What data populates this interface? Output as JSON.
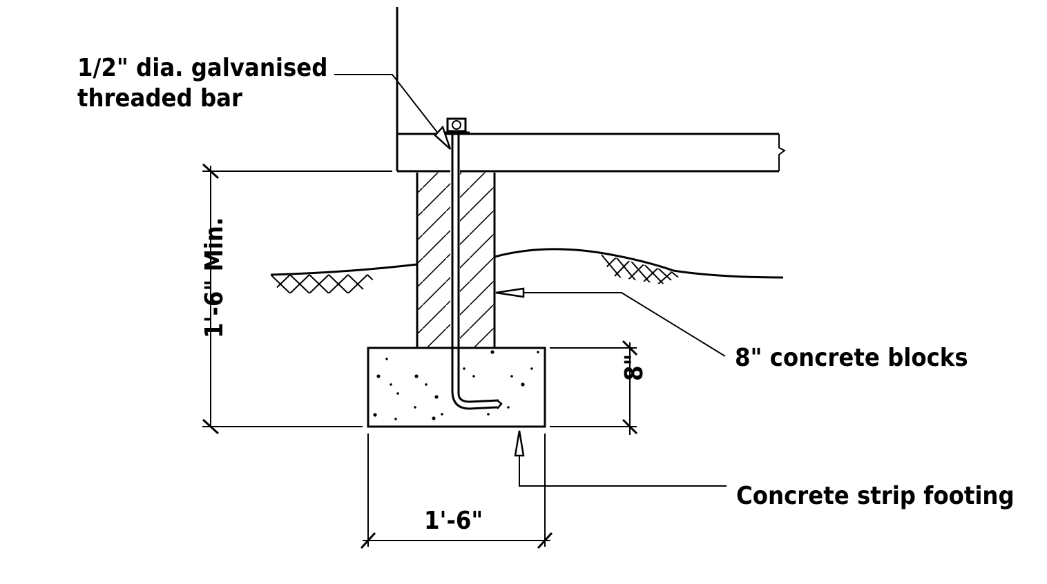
{
  "labels": {
    "bar_line1": "1/2\" dia. galvanised",
    "bar_line2": "threaded bar",
    "blocks": "8\" concrete blocks",
    "footing": "Concrete strip footing"
  },
  "dimensions": {
    "height_min": "1'-6\" Min.",
    "footing_depth": "8\"",
    "footing_width": "1'-6\""
  },
  "colors": {
    "ink": "#000000",
    "background": "#ffffff"
  }
}
